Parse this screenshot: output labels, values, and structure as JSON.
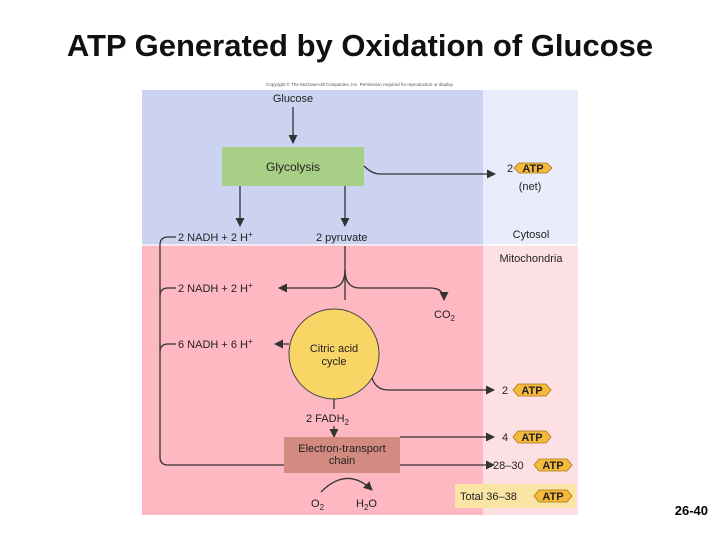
{
  "title": "ATP Generated by Oxidation of Glucose",
  "copyright": "Copyright © The McGraw-Hill Companies, Inc. Permission required for reproduction or display.",
  "slide_number": "26-40",
  "colors": {
    "cytosol_bg": "#ccd3f0",
    "cytosol_side": "#e9ecfa",
    "mito_bg": "#fdb8c2",
    "mito_side": "#fde0e4",
    "glycolysis_box": "#a8cf86",
    "citric_circle": "#f8d565",
    "etc_box": "#d38a80",
    "total_box": "#fbe5a5",
    "atp_badge": "#f5b93b",
    "line": "#333333"
  },
  "labels": {
    "glucose": "Glucose",
    "glycolysis": "Glycolysis",
    "nadh_glyc": "2 NADH + 2 H",
    "pyruvate": "2 pyruvate",
    "nadh_pdh": "2 NADH + 2 H",
    "nadh_tca": "6 NADH + 6 H",
    "plus": "+",
    "co2": "CO",
    "co2_sub": "2",
    "citric_line1": "Citric acid",
    "citric_line2": "cycle",
    "fadh2": "2 FADH",
    "fadh2_sub": "2",
    "etc_line1": "Electron-transport",
    "etc_line2": "chain",
    "o2": "O",
    "o2_sub": "2",
    "h2o_h": "H",
    "h2o_sub": "2",
    "h2o_o": "O",
    "cytosol": "Cytosol",
    "mitochondria": "Mitochondria",
    "atp": "ATP",
    "atp1_count": "2",
    "atp1_net": "(net)",
    "atp2_count": "2",
    "atp3_count": "4",
    "atp4_count": "28–30",
    "total": "Total 36–38"
  }
}
